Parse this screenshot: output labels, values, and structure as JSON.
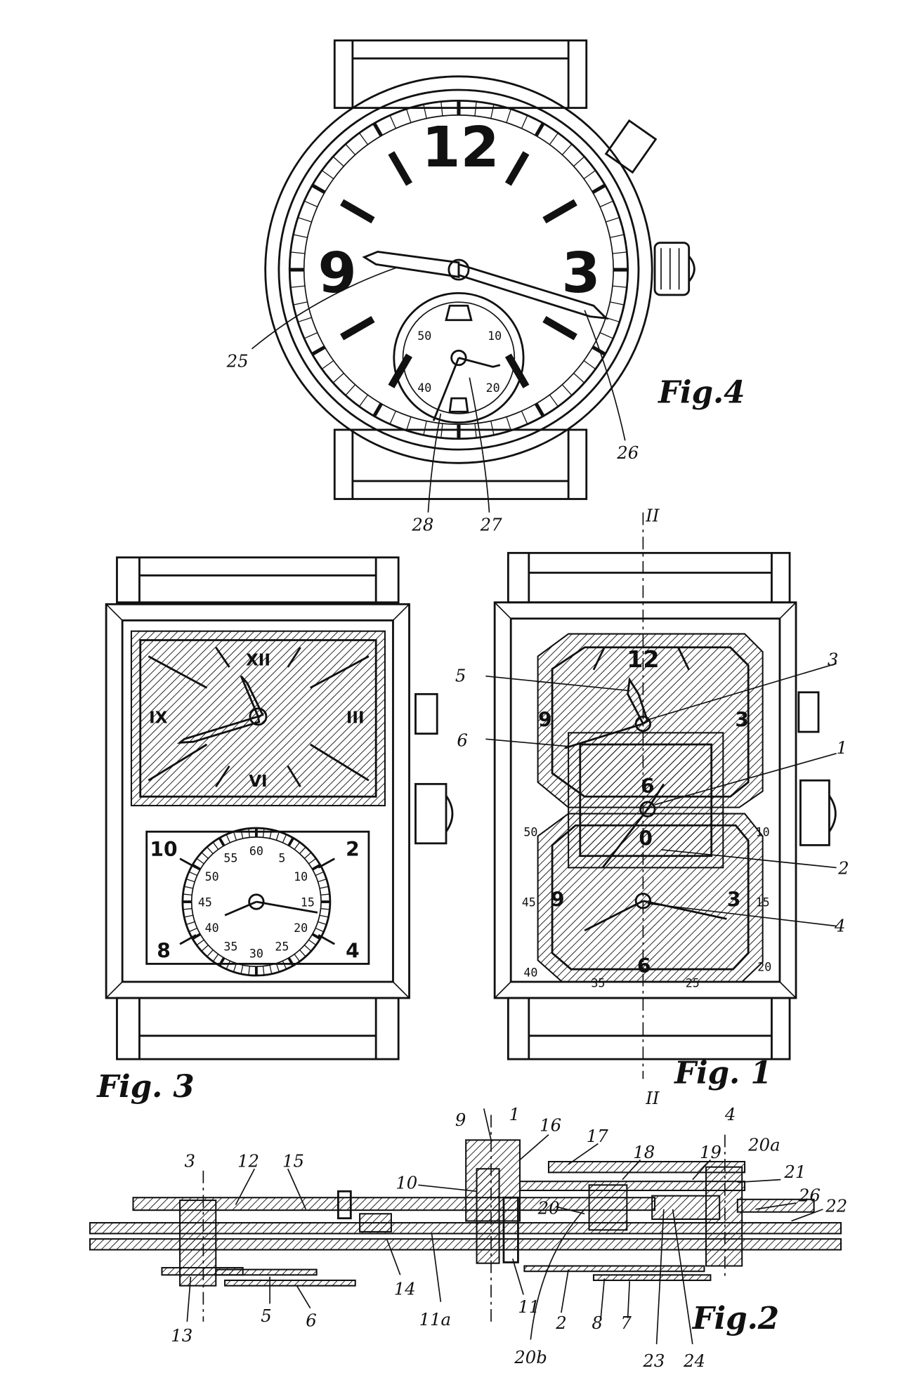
{
  "fig4": {
    "title": "Fig.4",
    "hour_numerals": [
      "12",
      "3",
      "9"
    ],
    "sub_numerals": [
      "50",
      "10",
      "40",
      "20"
    ],
    "refs": [
      "25",
      "26",
      "27",
      "28"
    ]
  },
  "fig3": {
    "title": "Fig. 3",
    "roman": [
      "XII",
      "III",
      "VI",
      "IX"
    ],
    "hours": [
      "10",
      "2",
      "8",
      "4"
    ],
    "minutes": [
      "60",
      "5",
      "10",
      "15",
      "20",
      "25",
      "30",
      "35",
      "40",
      "45",
      "50",
      "55"
    ]
  },
  "fig1": {
    "title": "Fig. 1",
    "section_mark": "II",
    "numerals": [
      "12",
      "9",
      "3",
      "6",
      "0",
      "6",
      "3",
      "9"
    ],
    "minutes": [
      "50",
      "10",
      "45",
      "15",
      "40",
      "20",
      "35",
      "25"
    ],
    "refs": [
      "1",
      "2",
      "3",
      "4",
      "5",
      "6"
    ]
  },
  "fig2": {
    "title": "Fig.2",
    "refs": [
      "9",
      "1",
      "16",
      "17",
      "18",
      "19",
      "20a",
      "4",
      "21",
      "26",
      "22",
      "3",
      "12",
      "15",
      "10",
      "20",
      "13",
      "5",
      "6",
      "14",
      "11a",
      "11",
      "20b",
      "2",
      "8",
      "7",
      "23",
      "24"
    ]
  }
}
